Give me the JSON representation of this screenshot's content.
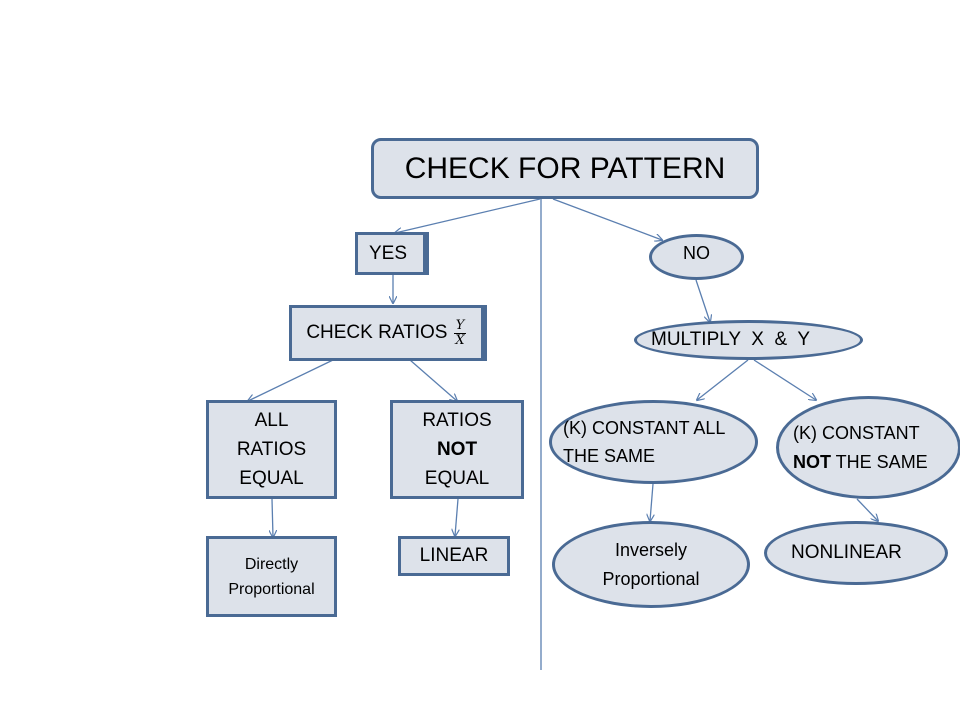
{
  "root": {
    "label": "CHECK FOR PATTERN"
  },
  "yes": {
    "label": "YES"
  },
  "check_ratios": {
    "label": "CHECK RATIOS",
    "frac_num": "Y",
    "frac_den": "X"
  },
  "all_equal": {
    "line1": "ALL",
    "line2": "RATIOS",
    "line3": "EQUAL"
  },
  "not_equal": {
    "line1": "RATIOS",
    "line2": "NOT",
    "line3": "EQUAL"
  },
  "directly": {
    "line1": "Directly",
    "line2": "Proportional"
  },
  "linear": {
    "label": "LINEAR"
  },
  "no": {
    "label": "NO"
  },
  "multiply": {
    "label": "MULTIPLY  X  &  Y"
  },
  "k_same": {
    "line1": "(K) CONSTANT ALL",
    "line2": "THE SAME"
  },
  "k_not_same": {
    "line1_prefix": "(K) CONSTANT",
    "line2_bold": "NOT",
    "line2_rest": " THE SAME"
  },
  "inversely": {
    "line1": "Inversely",
    "line2": "Proportional"
  },
  "nonlinear": {
    "label": "NONLINEAR"
  },
  "colors": {
    "box_fill": "#dde2ea",
    "border": "#4a6a94",
    "line": "#5b7fb0"
  }
}
